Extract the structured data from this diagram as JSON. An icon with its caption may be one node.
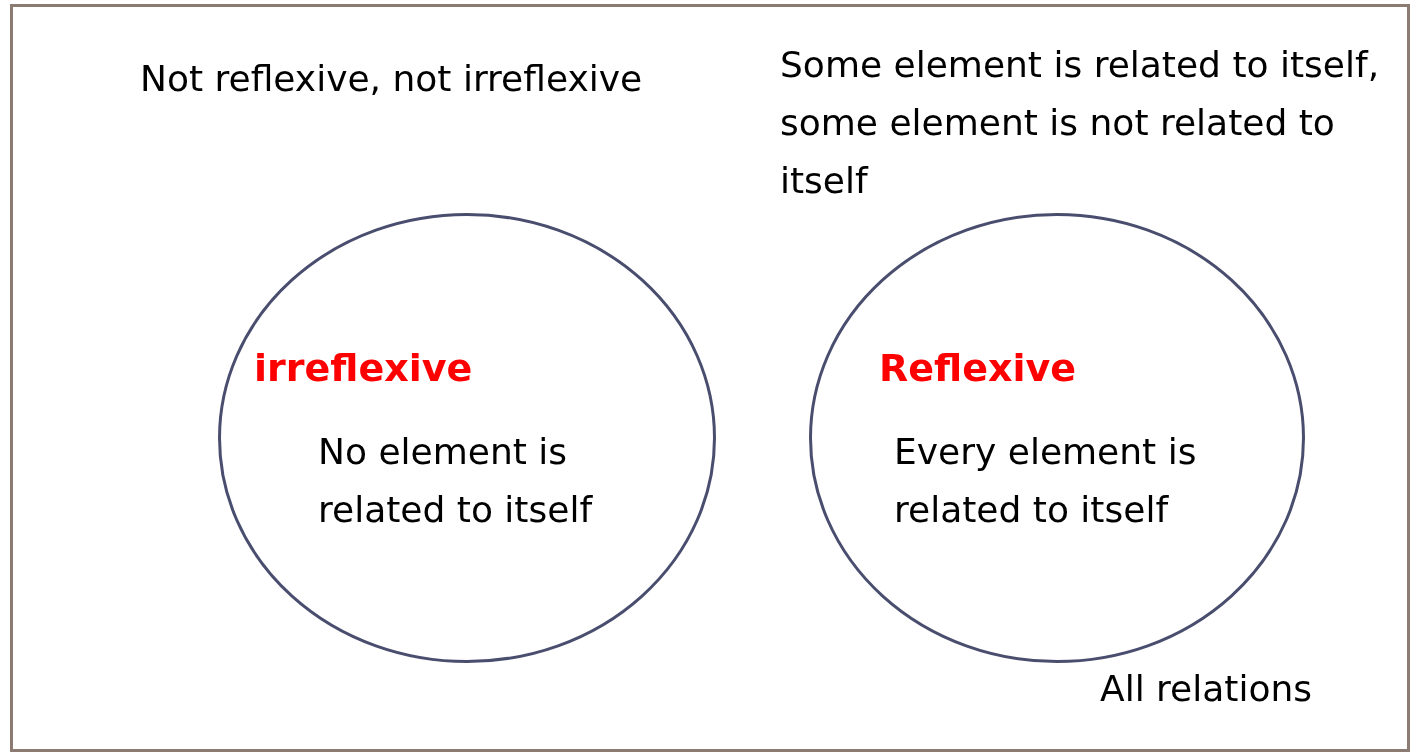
{
  "diagram": {
    "nodes": [
      {
        "text": [
          "Not reflexive, not irreflexive",
          "Some element is related to itself, some element is not related to itself",
          "All relations"
        ]
      },
      {
        "text": [
          "irreflexive",
          "No element is related to itself"
        ],
        "in": 0
      },
      {
        "text": [
          "Reflexive",
          "Every element is related to itself"
        ],
        "in": 0
      }
    ],
    "edges": []
  }
}
